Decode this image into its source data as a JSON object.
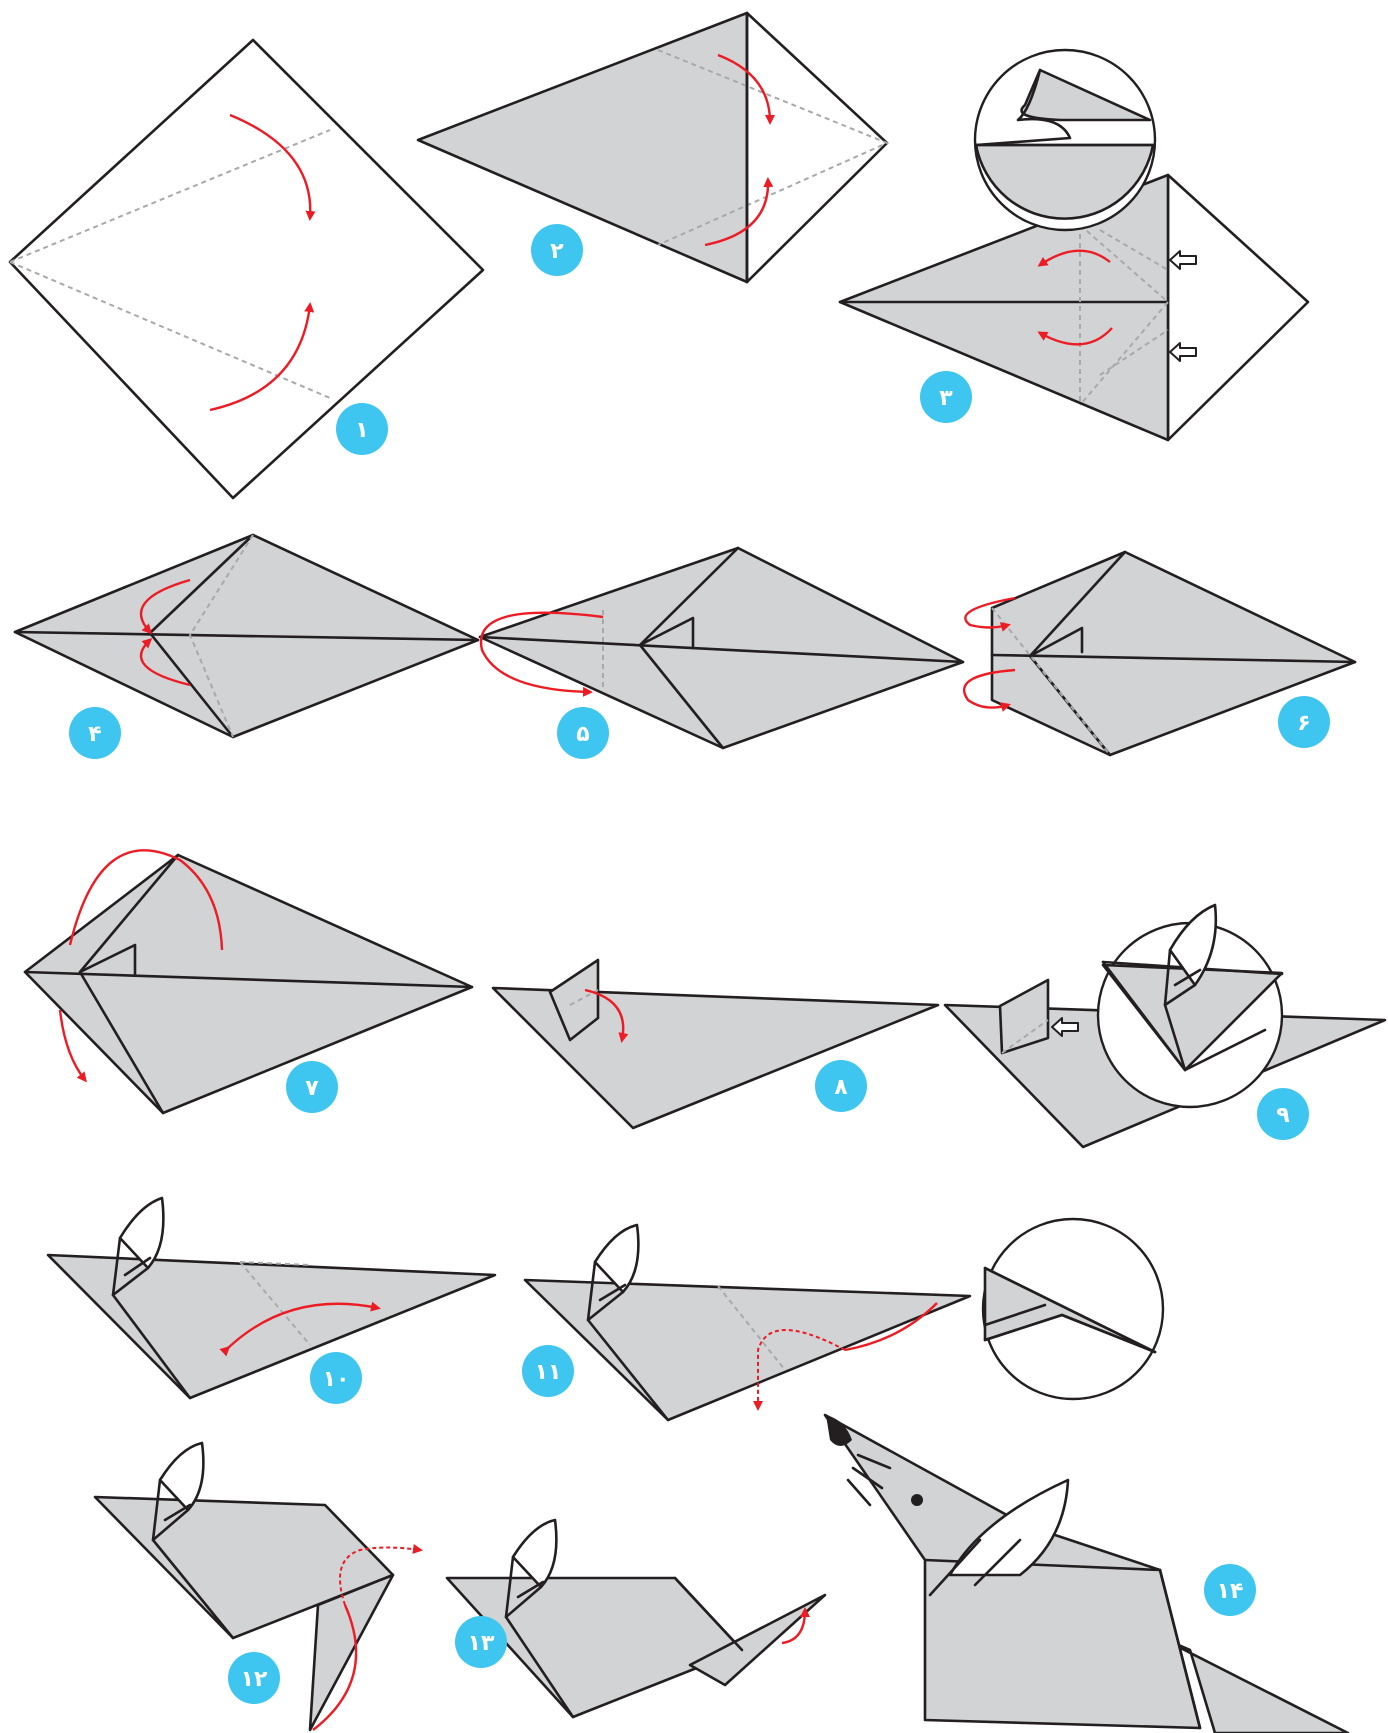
{
  "colors": {
    "paper": "#d1d3d4",
    "outline": "#231f20",
    "fold_arrow": "#ed1c24",
    "badge": "#3ec6f0",
    "badge_text": "#ffffff"
  },
  "steps": [
    {
      "number": "۱"
    },
    {
      "number": "۲"
    },
    {
      "number": "۳"
    },
    {
      "number": "۴"
    },
    {
      "number": "۵"
    },
    {
      "number": "۶"
    },
    {
      "number": "۷"
    },
    {
      "number": "۸"
    },
    {
      "number": "۹"
    },
    {
      "number": "۱۰"
    },
    {
      "number": "۱۱"
    },
    {
      "number": "۱۲"
    },
    {
      "number": "۱۳"
    },
    {
      "number": "۱۴"
    }
  ],
  "icons": [
    "fold-arrow-icon",
    "push-arrow-icon",
    "zoom-detail-icon",
    "mouse-face-icon"
  ]
}
